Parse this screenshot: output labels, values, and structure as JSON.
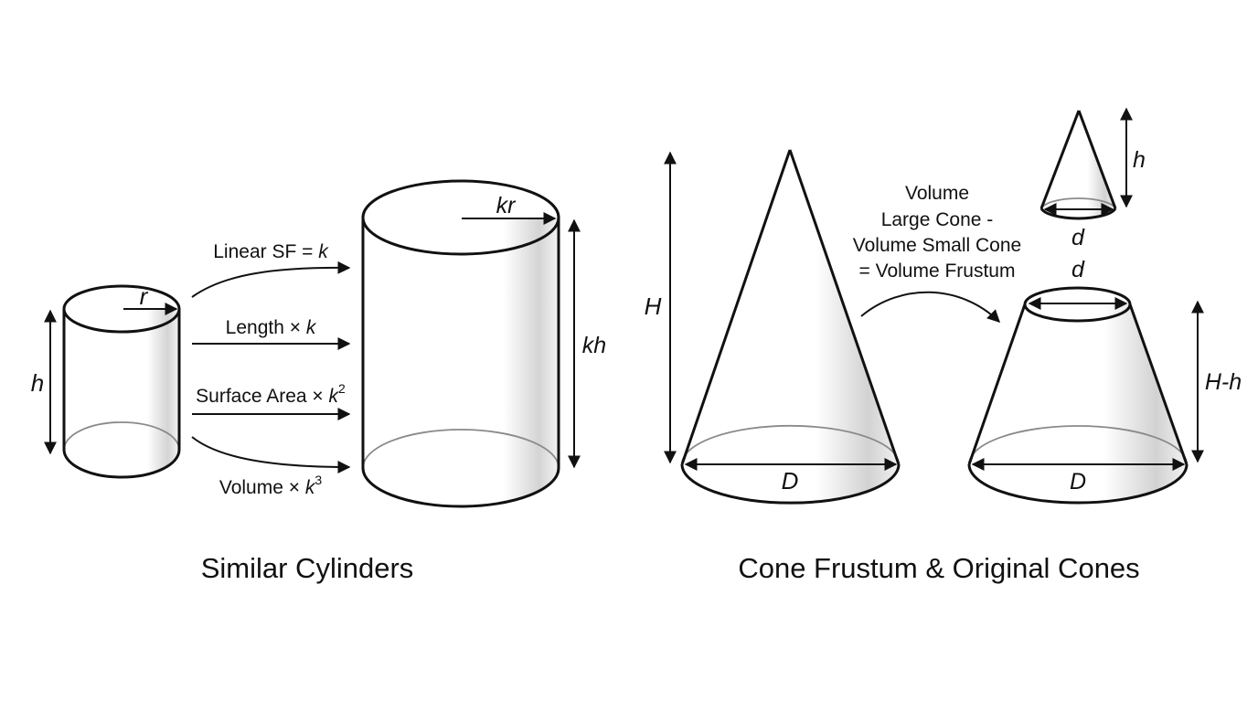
{
  "cylinders": {
    "caption": "Similar Cylinders",
    "small": {
      "radius_label": "r",
      "height_label": "h"
    },
    "large": {
      "radius_label": "kr",
      "height_label": "kh"
    },
    "arrows": {
      "linear_sf": {
        "text": "Linear SF = ",
        "var": "k"
      },
      "length": {
        "text": "Length × ",
        "var": "k"
      },
      "surface_area": {
        "text": "Surface Area × ",
        "var": "k",
        "exp": "2"
      },
      "volume": {
        "text": "Volume × ",
        "var": "k",
        "exp": "3"
      }
    }
  },
  "cones": {
    "caption": "Cone Frustum & Original Cones",
    "large_cone": {
      "height_label": "H",
      "diameter_label": "D"
    },
    "small_cone": {
      "height_label": "h",
      "diameter_label": "d"
    },
    "frustum": {
      "top_diameter_label": "d",
      "height_label": "H-h",
      "bottom_diameter_label": "D"
    },
    "relation": [
      "Volume",
      "Large Cone -",
      "Volume Small Cone",
      "= Volume Frustum"
    ]
  },
  "colors": {
    "ink": "#111111",
    "shade": "#d9d9d9",
    "hidden_edge": "#8a8a8a",
    "background": "#ffffff"
  }
}
